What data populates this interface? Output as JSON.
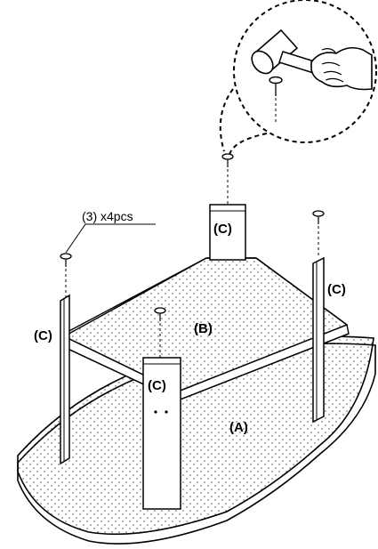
{
  "diagram": {
    "callout_text": "(3) x4pcs",
    "labels": {
      "top_leg": "(C)",
      "right_leg": "(C)",
      "left_leg": "(C)",
      "front_leg": "(C)",
      "upper_shelf": "(B)",
      "base": "(A)"
    },
    "icons": [
      "hammer-icon",
      "hand-icon",
      "nail-icon"
    ]
  }
}
